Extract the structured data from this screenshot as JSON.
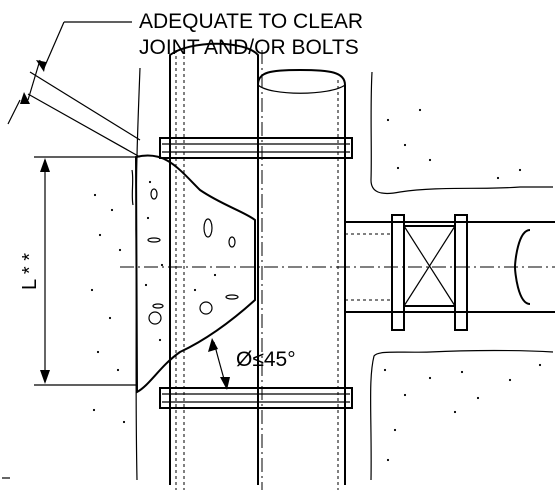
{
  "labels": {
    "clearance_line1": "ADEQUATE TO CLEAR",
    "clearance_line2": "JOINT AND/OR BOLTS",
    "length": "L * *",
    "angle": "Ø≤45°"
  }
}
